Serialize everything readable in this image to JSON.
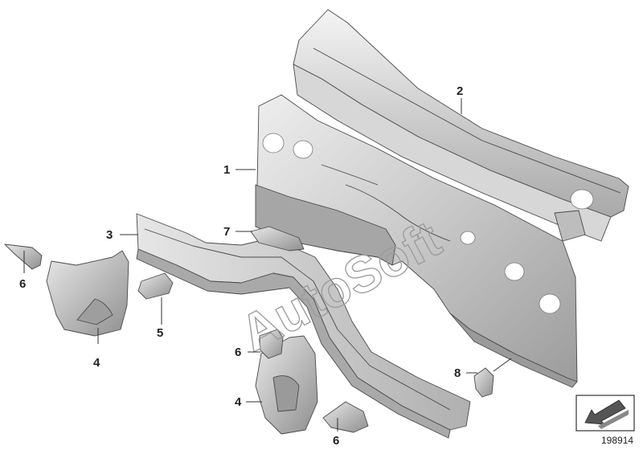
{
  "diagram": {
    "watermark": "AutoSoft",
    "doc_number": "198914",
    "callouts": [
      {
        "id": "1",
        "label": "1"
      },
      {
        "id": "2",
        "label": "2"
      },
      {
        "id": "3",
        "label": "3"
      },
      {
        "id": "4a",
        "label": "4"
      },
      {
        "id": "4b",
        "label": "4"
      },
      {
        "id": "5",
        "label": "5"
      },
      {
        "id": "6a",
        "label": "6"
      },
      {
        "id": "6b",
        "label": "6"
      },
      {
        "id": "6c",
        "label": "6"
      },
      {
        "id": "7",
        "label": "7"
      },
      {
        "id": "8",
        "label": "8"
      }
    ],
    "icons": {
      "nav": "arrow-stamp-icon"
    },
    "colors": {
      "metal_light": "#dcdcdc",
      "metal_mid": "#b9b9b9",
      "metal_dark": "#8e8e8e",
      "line": "#333333"
    }
  }
}
